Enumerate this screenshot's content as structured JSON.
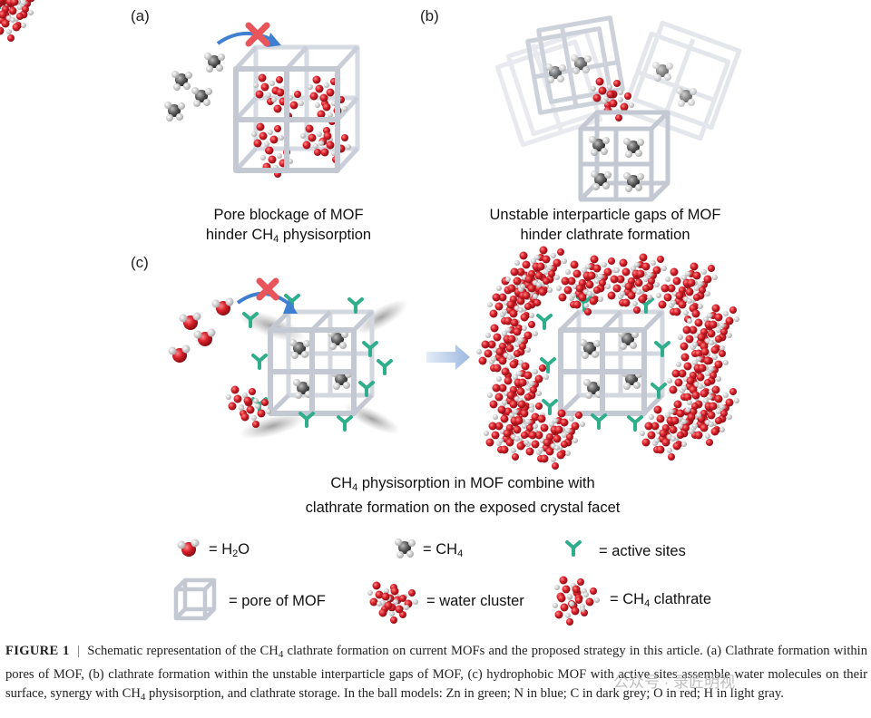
{
  "panels": {
    "a": {
      "label": "(a)",
      "caption_l1": "Pore blockage of MOF",
      "caption_l2a": "hinder CH",
      "caption_l2_sub": "4",
      "caption_l2b": " physisorption"
    },
    "b": {
      "label": "(b)",
      "caption_l1": "Unstable interparticle gaps of MOF",
      "caption_l2": "hinder clathrate formation"
    },
    "c": {
      "label": "(c)",
      "caption_l1a": "CH",
      "caption_l1_sub": "4",
      "caption_l1b": " physisorption in MOF combine with",
      "caption_l2": "clathrate formation on the exposed crystal facet"
    }
  },
  "legend": {
    "water": {
      "pre": "= H",
      "sub": "2",
      "post": "O"
    },
    "methane": {
      "pre": "= CH",
      "sub": "4"
    },
    "active": "= active sites",
    "pore": "= pore of MOF",
    "cluster": "= water cluster",
    "clathrate": {
      "pre": "= CH",
      "sub": "4",
      "post": " clathrate"
    }
  },
  "figure_caption": {
    "label": "FIGURE 1",
    "sep": "|",
    "t1": "Schematic representation of the CH",
    "s1": "4",
    "t2": " clathrate formation on current MOFs and the proposed strategy in this article. (a) Clathrate formation within pores of MOF, (b) clathrate formation within the unstable interparticle gaps of MOF, (c) hydrophobic MOF with active sites assemble water molecules on their surface, synergy with CH",
    "s2": "4",
    "t3": " physisorption, and clathrate storage. In the ball models: Zn in green; N in blue; C in dark grey; O in red; H in light gray."
  },
  "watermark": "公众号 · 录匠明视",
  "colors": {
    "frame": "#c5cad4",
    "oxygen": "#d8202a",
    "hydrogen": "#e6e6e6",
    "carbon": "#6d6d6d",
    "active": "#2fae8c",
    "arrow": "#3f7fd0",
    "cross": "#e8555b"
  }
}
